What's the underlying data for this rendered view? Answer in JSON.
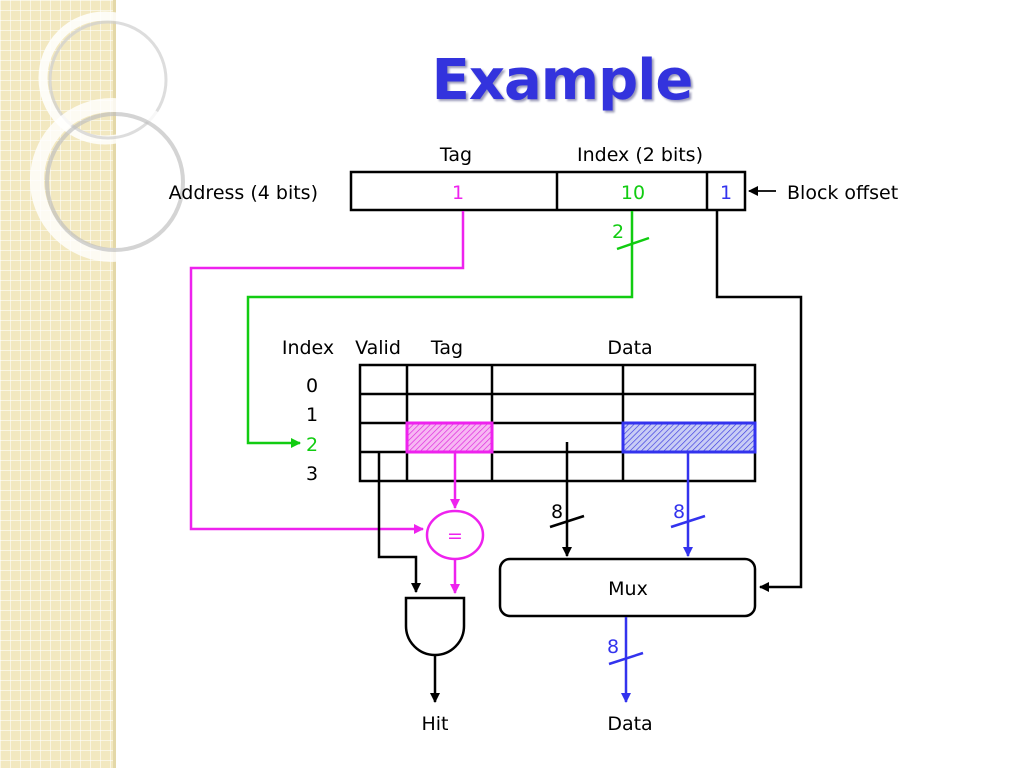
{
  "slide": {
    "title": "Example"
  },
  "address": {
    "label": "Address (4 bits)",
    "tag_header": "Tag",
    "index_header": "Index (2 bits)",
    "tag_value": "1",
    "index_value": "10",
    "offset_value": "1",
    "offset_label": "Block offset",
    "index_bus_width": "2"
  },
  "cache": {
    "headers": {
      "index": "Index",
      "valid": "Valid",
      "tag": "Tag",
      "data": "Data"
    },
    "rows": [
      "0",
      "1",
      "2",
      "3"
    ],
    "selected_row": "2"
  },
  "logic": {
    "comparator": "=",
    "mux": "Mux",
    "tag_bus_width": "8",
    "data_bus_width": "8",
    "output_bus_width": "8",
    "hit_label": "Hit",
    "data_out_label": "Data"
  },
  "colors": {
    "tag": "#ee22ee",
    "index": "#11cc11",
    "offset": "#3333ee",
    "title": "#3333dd",
    "wire": "#000000"
  }
}
